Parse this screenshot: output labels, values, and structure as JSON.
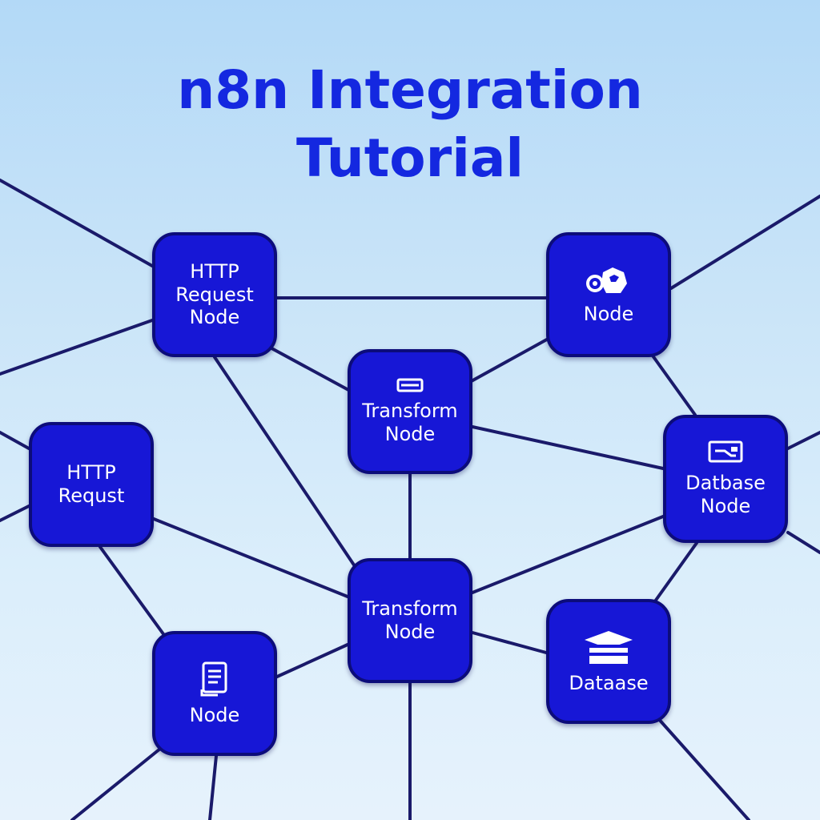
{
  "title": {
    "line1": "n8n Integration",
    "line2": "Tutorial"
  },
  "nodes": [
    {
      "id": "http-request-node",
      "label": "HTTP\nRequest\nNode",
      "icon": ""
    },
    {
      "id": "node-top-right",
      "label": "Node",
      "icon": "puzzle-icon"
    },
    {
      "id": "transform-node-1",
      "label": "Transform\nNode",
      "icon": "rectangle-icon"
    },
    {
      "id": "http-request",
      "label": "HTTP\nRequst",
      "icon": ""
    },
    {
      "id": "datbase-node",
      "label": "Datbase\nNode",
      "icon": "monitor-icon"
    },
    {
      "id": "transform-node-2",
      "label": "Transform\nNode",
      "icon": ""
    },
    {
      "id": "node-bottom-left",
      "label": "Node",
      "icon": "document-icon"
    },
    {
      "id": "dataase",
      "label": "Dataase",
      "icon": "database-icon"
    }
  ],
  "colors": {
    "title": "#1428e0",
    "node_fill": "#1717d6",
    "node_border": "#0c0c7a",
    "edge": "#1a1a6a",
    "background_top": "#b3d9f7",
    "background_bottom": "#e6f2fc"
  }
}
